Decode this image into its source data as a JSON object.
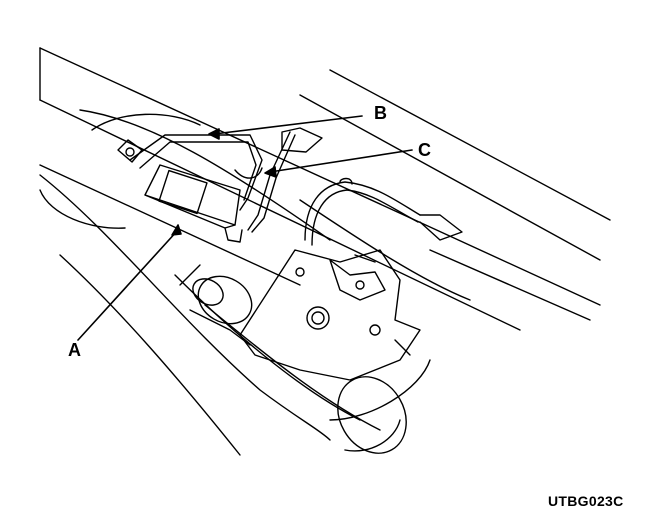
{
  "callouts": {
    "a": "A",
    "b": "B",
    "c": "C"
  },
  "figure_code": "UTBG023C",
  "colors": {
    "ink": "#000000",
    "paper": "#ffffff"
  }
}
